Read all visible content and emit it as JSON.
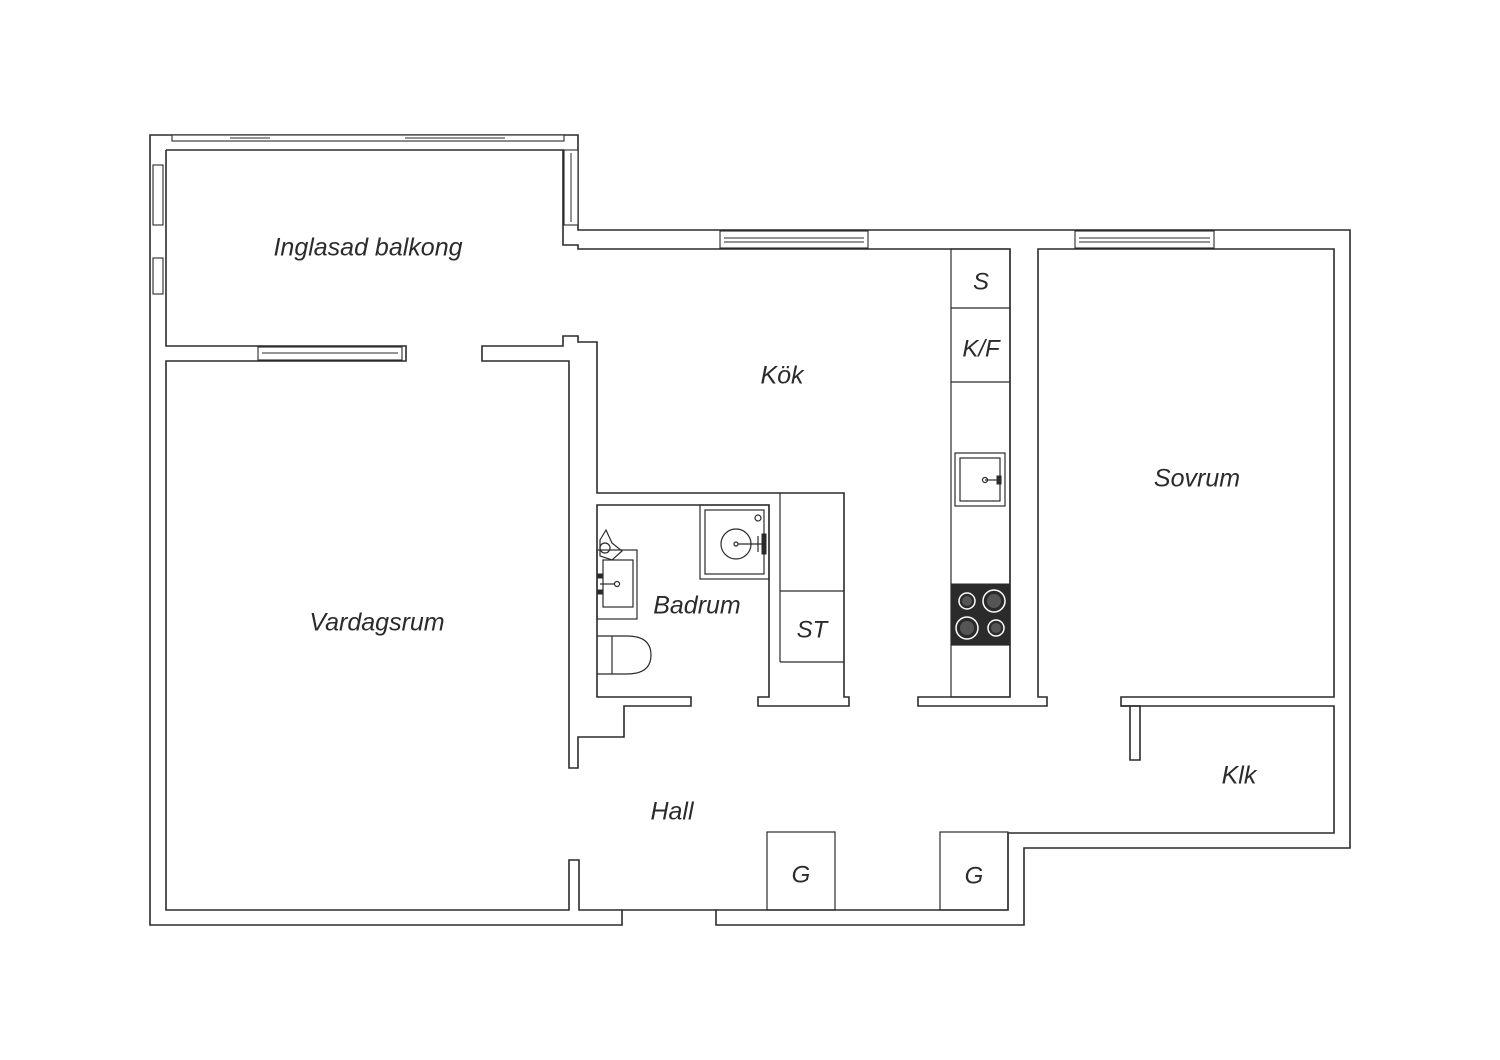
{
  "rooms": {
    "balcony": "Inglasad balkong",
    "kitchen": "Kök",
    "bedroom": "Sovrum",
    "living": "Vardagsrum",
    "bathroom": "Badrum",
    "hall": "Hall",
    "closet": "Klk"
  },
  "fixtures": {
    "s": "S",
    "kf": "K/F",
    "st": "ST",
    "g1": "G",
    "g2": "G"
  },
  "icons": [
    "sink-icon",
    "stove-icon",
    "toilet-icon",
    "shower-icon",
    "washbasin-icon"
  ],
  "colors": {
    "line": "#2b2b2b",
    "background": "#ffffff"
  }
}
